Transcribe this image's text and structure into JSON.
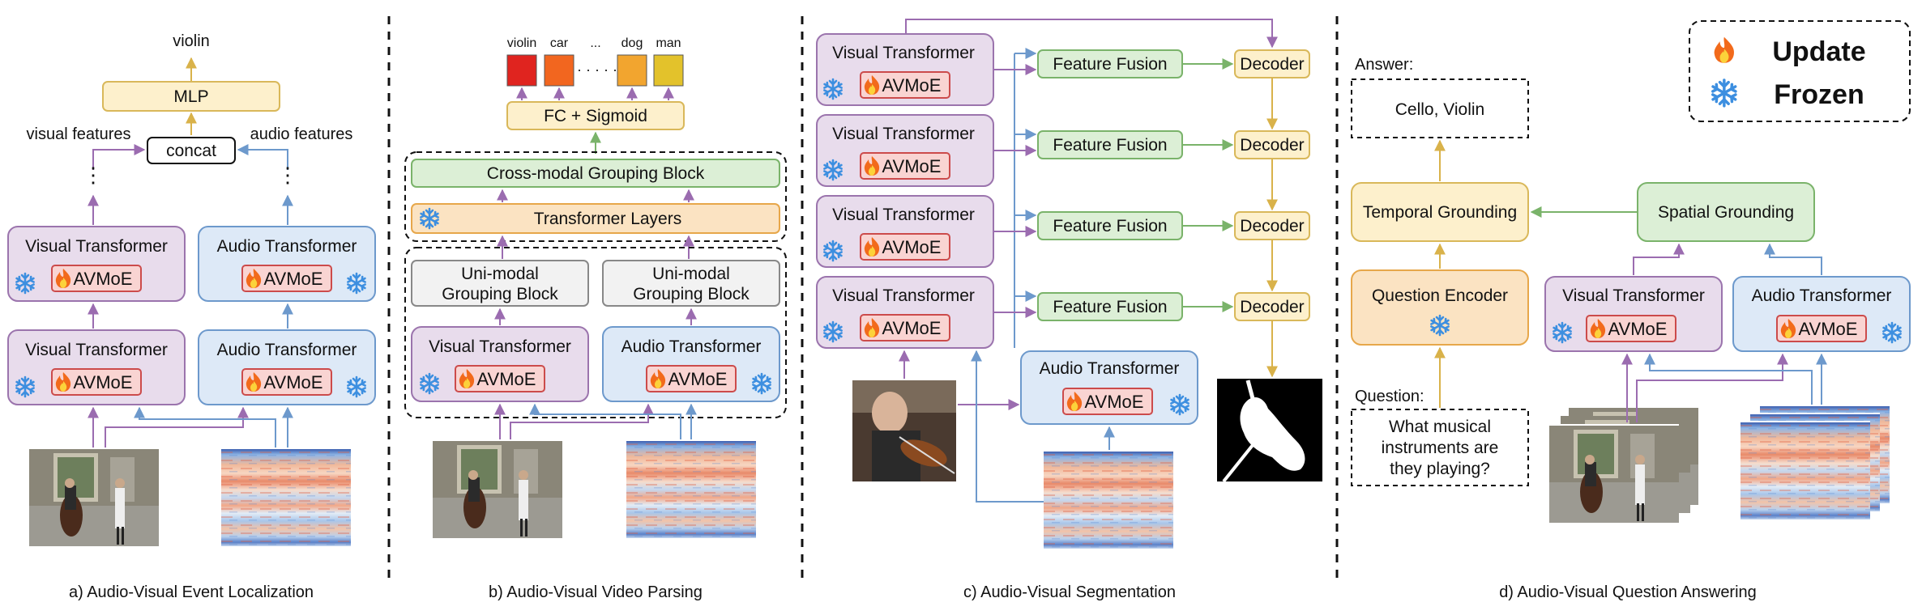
{
  "panels": {
    "a": {
      "caption": "a) Audio-Visual Event Localization",
      "output_label": "violin",
      "mlp_label": "MLP",
      "concat_label": "concat",
      "visual_features_label": "visual features",
      "audio_features_label": "audio features",
      "visual_transformer_label": "Visual Transformer",
      "audio_transformer_label": "Audio Transformer",
      "avmoe_label": "AVMoE"
    },
    "b": {
      "caption": "b) Audio-Visual Video Parsing",
      "classes": [
        "violin",
        "car",
        "...",
        "dog",
        "man"
      ],
      "class_colors": [
        "#e0241f",
        "#f2661f",
        "#f2a52f",
        "#e3c22b"
      ],
      "fc_label": "FC + Sigmoid",
      "cross_modal_label": "Cross-modal Grouping Block",
      "transformer_layers_label": "Transformer Layers",
      "unimodal_line1": "Uni-modal",
      "unimodal_line2": "Grouping Block",
      "visual_transformer_label": "Visual Transformer",
      "audio_transformer_label": "Audio Transformer",
      "avmoe_label": "AVMoE"
    },
    "c": {
      "caption": "c) Audio-Visual Segmentation",
      "visual_transformer_label": "Visual Transformer",
      "audio_transformer_label": "Audio Transformer",
      "feature_fusion_label": "Feature Fusion",
      "decoder_label": "Decoder",
      "avmoe_label": "AVMoE"
    },
    "d": {
      "caption": "d) Audio-Visual Question Answering",
      "answer_label": "Answer:",
      "answer_text": "Cello, Violin",
      "temporal_grounding_label": "Temporal Grounding",
      "spatial_grounding_label": "Spatial Grounding",
      "question_encoder_label": "Question Encoder",
      "question_label": "Question:",
      "question_line1": "What musical",
      "question_line2": "instruments are",
      "question_line3": "they playing?",
      "visual_transformer_label": "Visual Transformer",
      "audio_transformer_label": "Audio Transformer",
      "avmoe_label": "AVMoE"
    }
  },
  "legend": {
    "update_label": "Update",
    "frozen_label": "Frozen",
    "update_icon": "fire-icon",
    "frozen_icon": "snowflake-icon"
  },
  "colors": {
    "visual_fill": "#e8dcec",
    "visual_stroke": "#9b74ad",
    "audio_fill": "#dde9f7",
    "audio_stroke": "#6d99cc",
    "avmoe_fill": "#f9d4d2",
    "avmoe_stroke": "#cc4b4b",
    "yellow_fill": "#fdf0cc",
    "yellow_stroke": "#d9b85a",
    "green_fill": "#dcefd6",
    "green_stroke": "#7ab36a",
    "orange_fill": "#fbe3c2",
    "orange_stroke": "#e7a74a",
    "gray_fill": "#f2f2f2",
    "gray_stroke": "#888888",
    "purple_arrow": "#9b6cb0",
    "blue_arrow": "#6d99cc",
    "green_arrow": "#7ab36a",
    "yellow_arrow": "#d9b24a",
    "snow": "#3d8fe0"
  }
}
